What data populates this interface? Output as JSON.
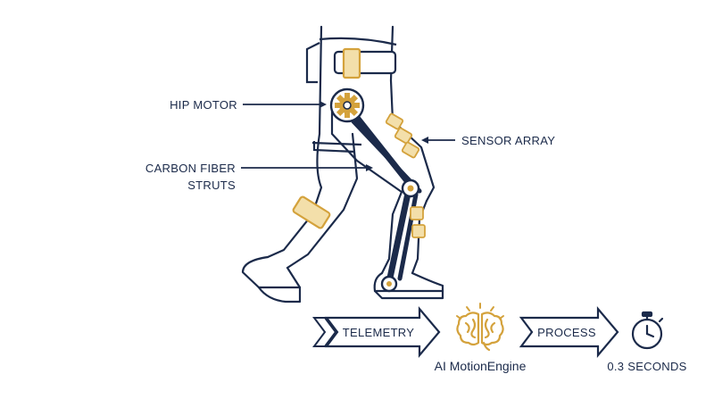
{
  "labels": {
    "hip_motor": "HIP MOTOR",
    "sensor_array": "SENSOR ARRAY",
    "carbon_fiber_line1": "CARBON FIBER",
    "carbon_fiber_line2": "STRUTS"
  },
  "pipeline": {
    "telemetry": "TELEMETRY",
    "ai_engine": "AI MotionEngine",
    "process": "PROCESS",
    "latency": "0.3 SECONDS"
  },
  "icons": {
    "brain": "brain-icon",
    "stopwatch": "stopwatch-icon",
    "gear": "gear-icon"
  },
  "colors": {
    "navy": "#1b2a4a",
    "gold": "#d4a23c",
    "gold_light": "#f3dfaa",
    "background": "#ffffff"
  }
}
